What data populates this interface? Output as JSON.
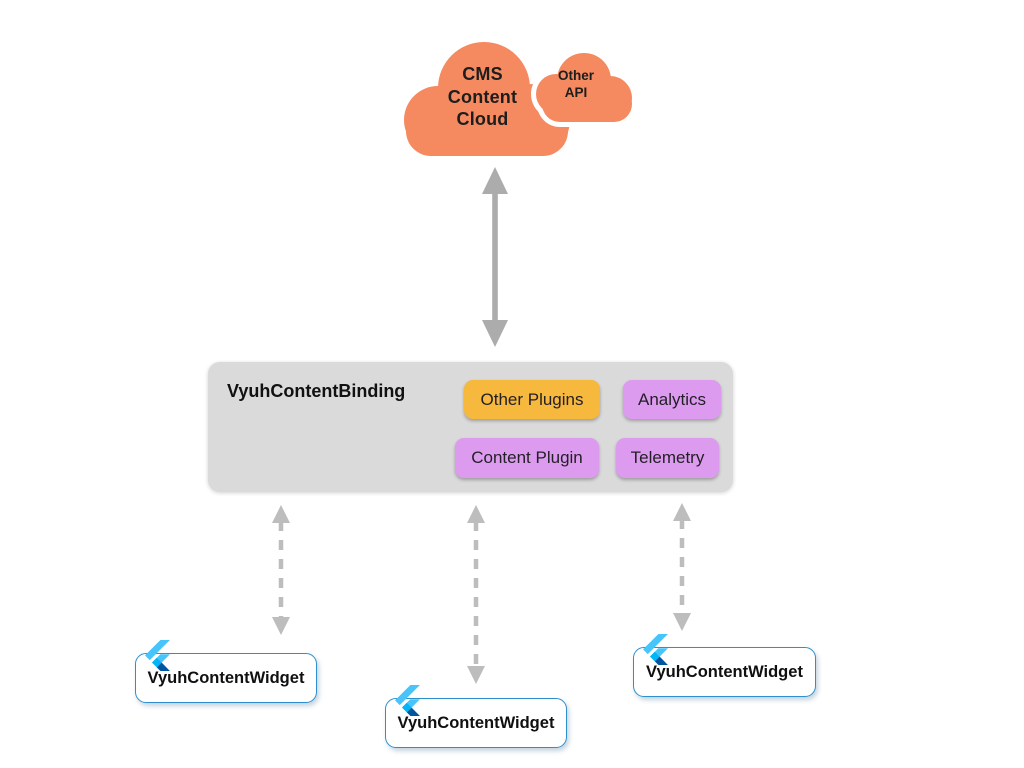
{
  "cloud": {
    "title_lines": [
      "CMS",
      "Content",
      "Cloud"
    ],
    "satellite_lines": [
      "Other",
      "API"
    ]
  },
  "binding": {
    "title": "VyuhContentBinding",
    "chips": [
      {
        "label": "Other Plugins",
        "color": "#f6b83d"
      },
      {
        "label": "Analytics",
        "color": "#dc9bef"
      },
      {
        "label": "Content Plugin",
        "color": "#dc9bef"
      },
      {
        "label": "Telemetry",
        "color": "#dc9bef"
      }
    ]
  },
  "widgets": [
    {
      "label": "VyuhContentWidget"
    },
    {
      "label": "VyuhContentWidget"
    },
    {
      "label": "VyuhContentWidget"
    }
  ],
  "colors": {
    "cloud_fill": "#f5895f",
    "box_gray": "#dadada",
    "arrow_solid": "#acacac",
    "arrow_dashed": "#bdbdbd",
    "widget_border_blue": "#2e8fce",
    "flutter_light_blue": "#47c5fb",
    "flutter_mid_blue": "#00b5f8",
    "flutter_dark_blue": "#00569e",
    "text_dark": "#1d1d1d"
  }
}
